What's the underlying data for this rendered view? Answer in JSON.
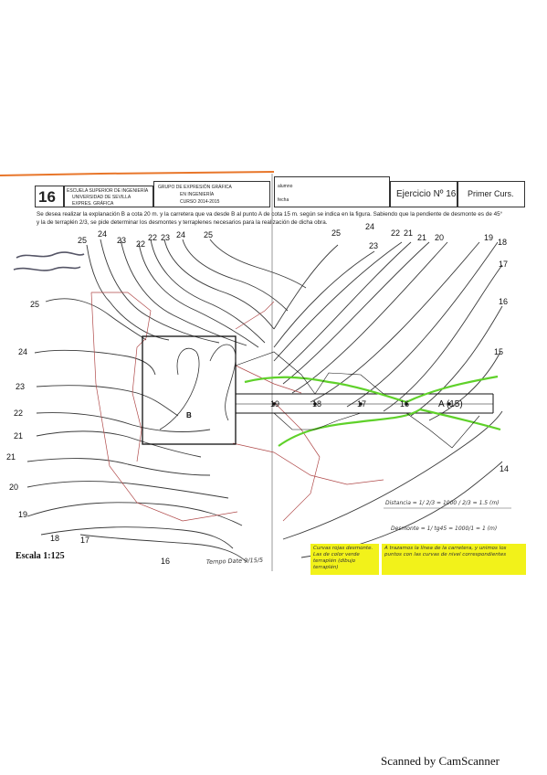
{
  "header": {
    "logo_number": "16",
    "school_line1": "ESCUELA SUPERIOR DE INGENIERÍA",
    "school_line2": "UNIVERSIDAD DE SEVILLA",
    "school_line3": "EXPRES. GRÁFICA",
    "dept_line1": "GRUPO DE EXPRESIÓN GRÁFICA",
    "dept_line2": "EN INGENIERÍA",
    "dept_line3": "CURSO 2014-2015",
    "field_alumno": "alumno",
    "field_fecha": "fecha",
    "exercise": "Ejercicio Nº 16",
    "course": "Primer Curs."
  },
  "statement": {
    "line1": "Se desea realizar la explanación B a cota 20 m. y la carretera que va desde B al punto A de cota 15 m. según se indica en la figura. Sabiendo que la pendiente de desmonte es de 45°",
    "line2": "y la de terraplén 2/3, se pide determinar los desmontes y terraplenes necesarios para la realización de dicha obra."
  },
  "labels": {
    "contours_top_left": [
      "25",
      "24",
      "23",
      "22",
      "22",
      "23",
      "24",
      "25"
    ],
    "contours_top_right": [
      "25",
      "24",
      "23",
      "22",
      "21",
      "21",
      "20",
      "19",
      "18",
      "17",
      "16",
      "15",
      "14"
    ],
    "contours_left": [
      "25",
      "24",
      "23",
      "22",
      "21",
      "21",
      "20",
      "19",
      "18",
      "17",
      "16"
    ],
    "road_points": [
      "19",
      "18",
      "17",
      "16",
      "A (15)"
    ],
    "platform": "B"
  },
  "notes": {
    "formula1": "Distancia = 1/ 2/3 = 1000 / 2/3 = 1.5 (m)",
    "formula2": "Desmonte = 1/ tg45 = 1000/1 = 1 (m)",
    "yellow_left": "Curvas rojas desmonte. Las de color verde terraplén (dibujo terraplén)",
    "yellow_right": "A trazamos la línea de la carretera, y unimos los puntos con las curvas de nivel correspondientes"
  },
  "scale": "Escala 1:125",
  "stamp": "Tempo Date 9/15/5",
  "footer": "Scanned by CamScanner",
  "colors": {
    "contour": "#3a3a3a",
    "cut_red": "#b04a4a",
    "fill_green": "#5fd12a",
    "highlight": "#f2f21a",
    "orange_edge": "#e8762a"
  }
}
